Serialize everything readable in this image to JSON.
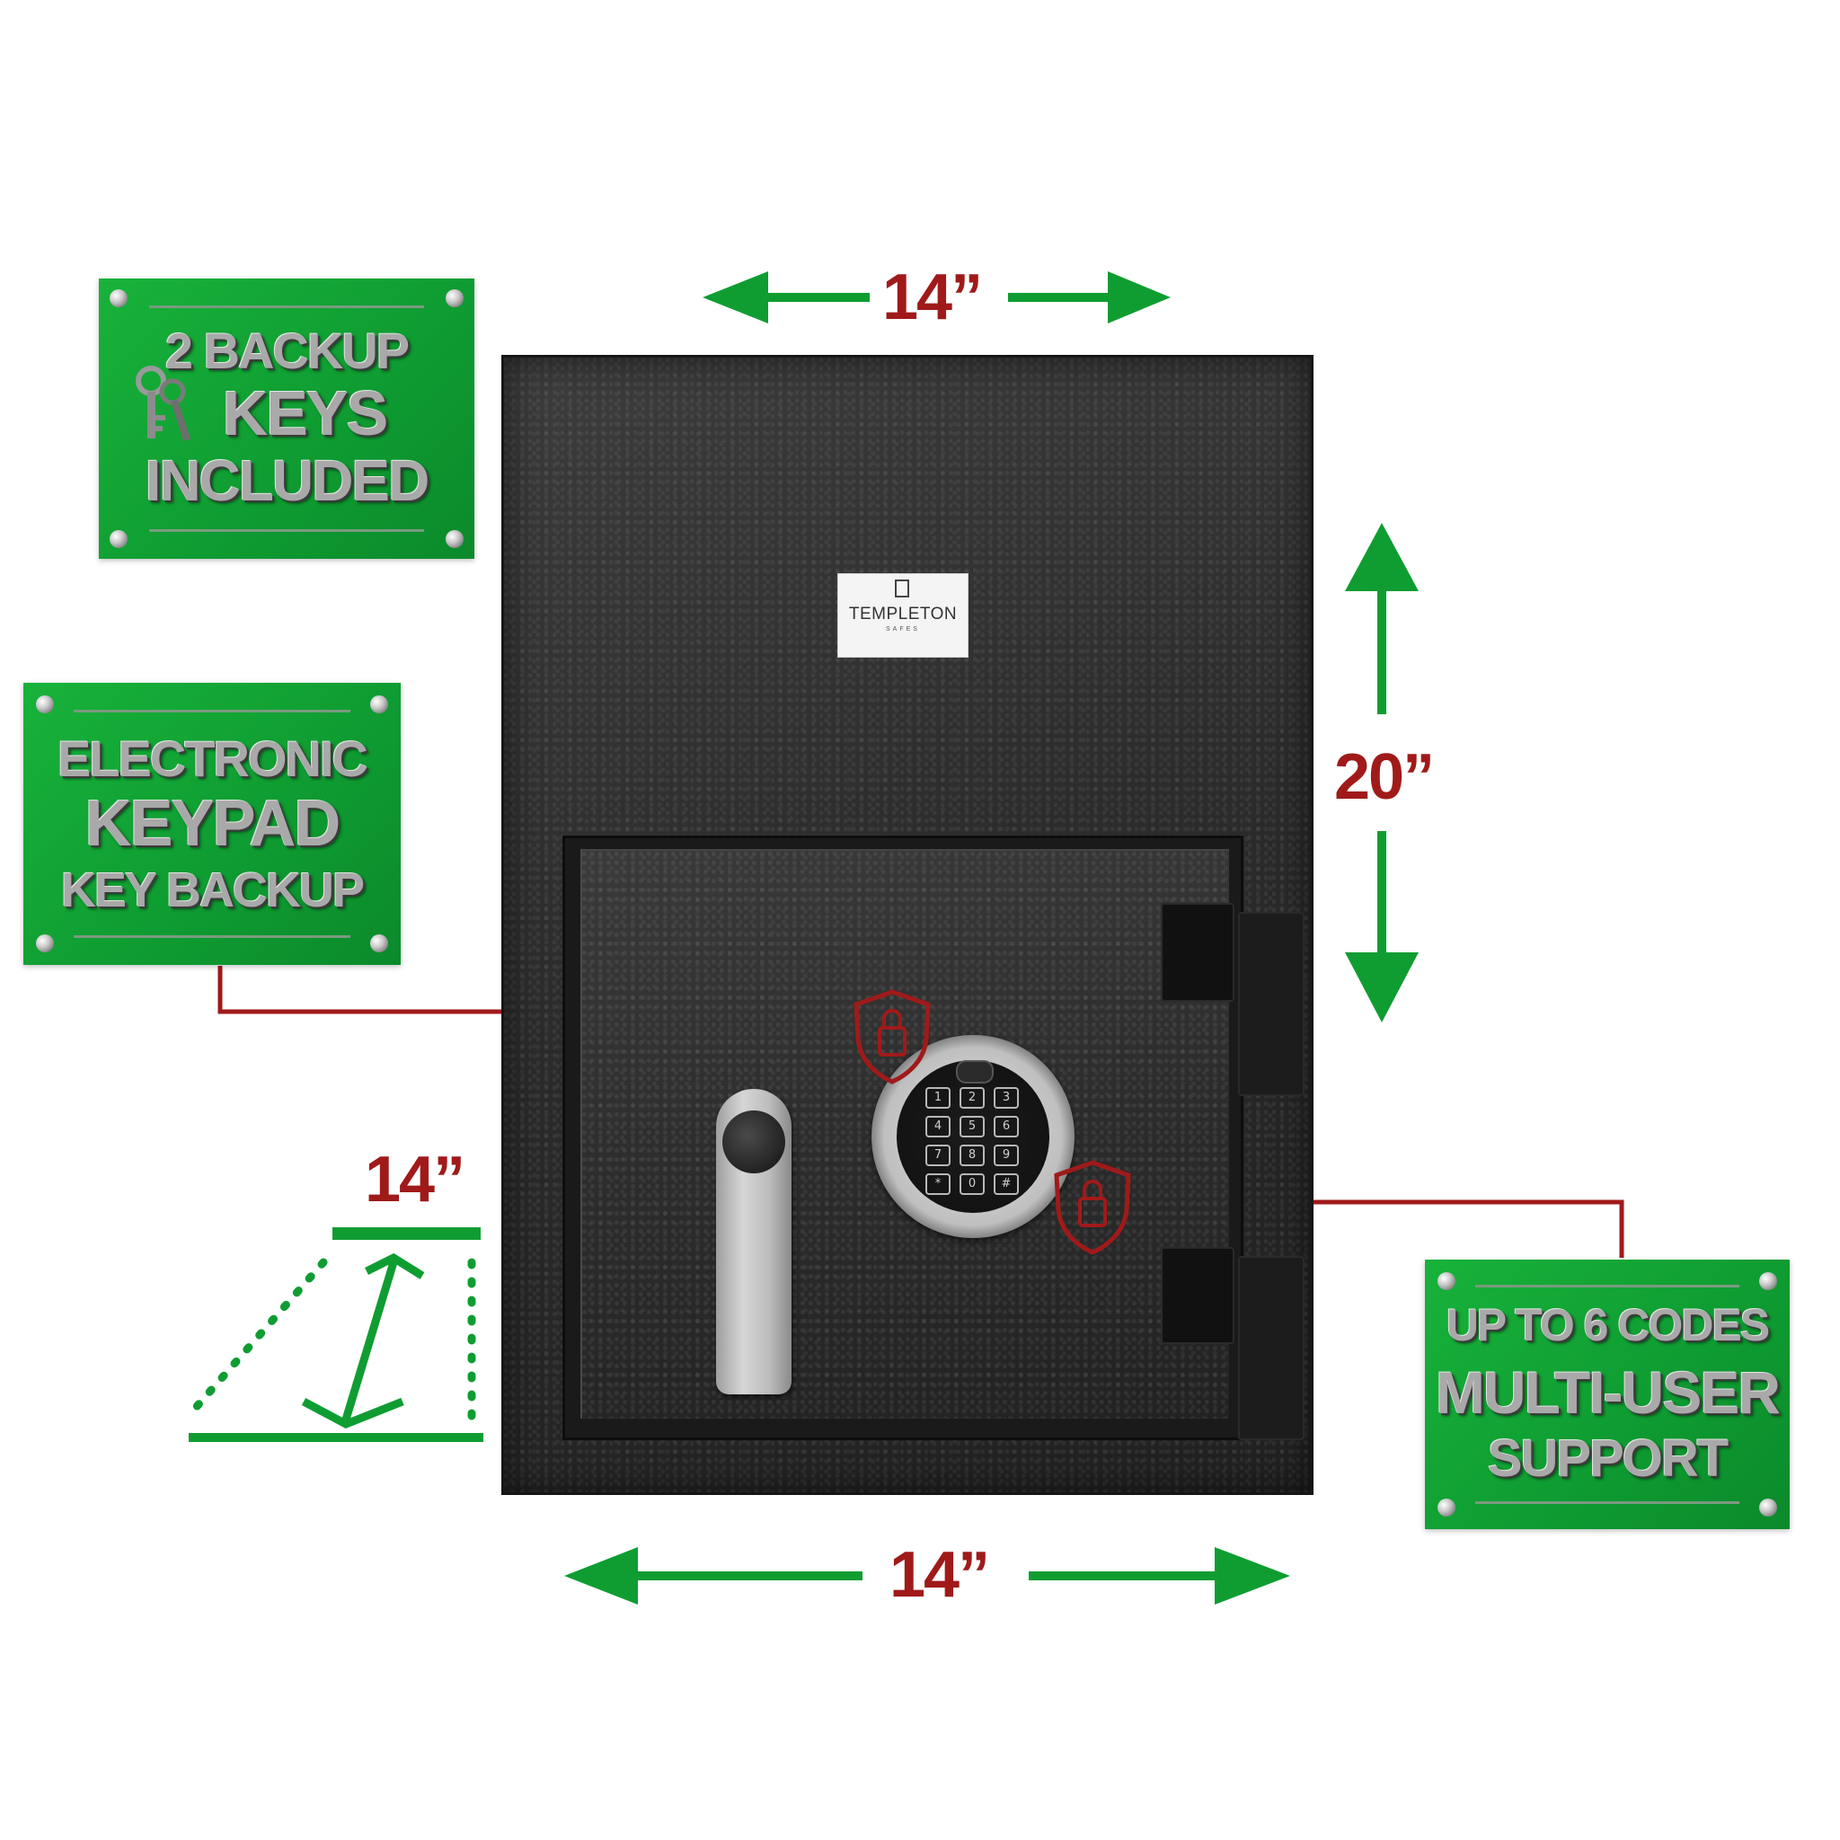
{
  "dimensions": {
    "top_width": "14”",
    "height": "20”",
    "depth": "14”",
    "bottom_width": "14”"
  },
  "badges": {
    "keys": {
      "line1": "2 BACKUP",
      "line2": "KEYS",
      "line3": "INCLUDED"
    },
    "keypad": {
      "line1": "ELECTRONIC",
      "line2": "KEYPAD",
      "line3": "KEY BACKUP"
    },
    "codes": {
      "line1": "UP TO 6 CODES",
      "line2": "MULTI-USER",
      "line3": "SUPPORT"
    }
  },
  "brand": {
    "name": "TEMPLETON",
    "sub": "SAFES"
  },
  "keypad": {
    "keys": [
      "1",
      "2",
      "3",
      "4",
      "5",
      "6",
      "7",
      "8",
      "9",
      "*",
      "0",
      "#"
    ]
  },
  "colors": {
    "accent_green": "#0f9d32",
    "accent_red": "#a01a1a",
    "safe_black": "#2b2b2b"
  },
  "icons": [
    "key-icon",
    "shield-lock-icon"
  ]
}
